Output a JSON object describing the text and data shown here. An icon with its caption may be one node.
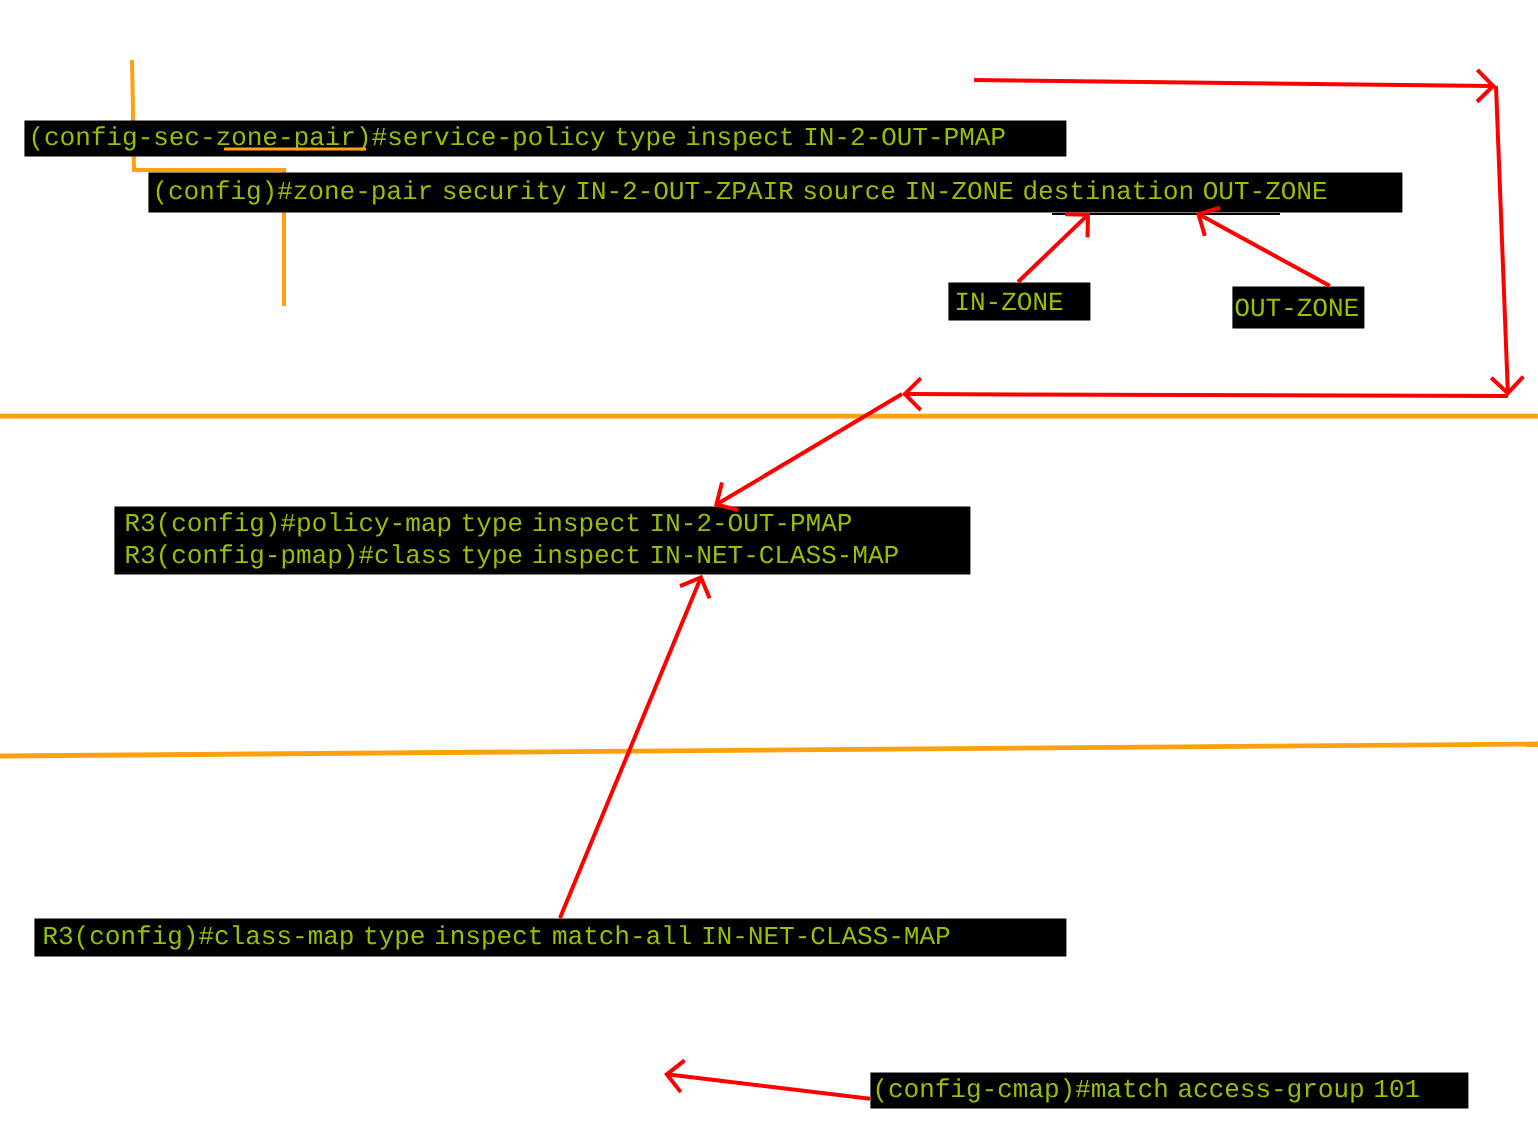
{
  "diagram": {
    "nodes": [
      {
        "text": [
          "(config-sec-zone-pair)#service-policy type inspect IN-2-OUT-PMAP"
        ]
      },
      {
        "text": [
          "(config)#zone-pair security IN-2-OUT-ZPAIR source IN-ZONE destination OUT-ZONE"
        ]
      },
      {
        "text": [
          "IN-ZONE"
        ]
      },
      {
        "text": [
          "OUT-ZONE"
        ]
      },
      {
        "text": [
          "R3(config)#policy-map type inspect IN-2-OUT-PMAP",
          "R3(config-pmap)#class type inspect IN-NET-CLASS-MAP"
        ]
      },
      {
        "text": [
          "R3(config)#class-map type inspect match-all IN-NET-CLASS-MAP"
        ]
      },
      {
        "text": [
          "(config-cmap)#match access-group 101"
        ]
      }
    ],
    "edges": [
      {
        "from": 2,
        "to": 1,
        "arrow": "to"
      },
      {
        "from": 3,
        "to": 1,
        "arrow": "to"
      },
      {
        "from": null,
        "to": 4,
        "arrow": "to"
      },
      {
        "from": 5,
        "to": 4,
        "arrow": "to"
      },
      {
        "from": 6,
        "to": null,
        "arrow": "to"
      }
    ]
  }
}
